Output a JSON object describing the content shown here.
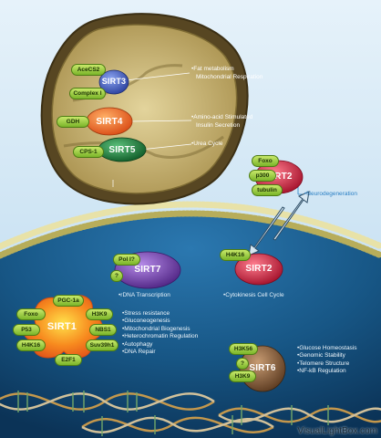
{
  "mitochondria": {
    "sirt3": {
      "label": "SIRT3",
      "partners": [
        "AceCS2",
        "Complex I"
      ],
      "function_lines": [
        "Fat metabolism",
        "Mitochondrial Respiration"
      ]
    },
    "sirt4": {
      "label": "SIRT4",
      "partners": [
        "GDH"
      ],
      "function_lines": [
        "Amino-acid Stimulated",
        "Insulin Secretion"
      ]
    },
    "sirt5": {
      "label": "SIRT5",
      "partners": [
        "CPS-1"
      ],
      "function_lines": [
        "Urea Cycle"
      ]
    }
  },
  "cytoplasm": {
    "sirt2": {
      "label": "SIRT2",
      "partners": [
        "Foxo",
        "p300",
        "tubulin"
      ],
      "function_lines": [
        "Neurodegeneration"
      ]
    }
  },
  "nucleus": {
    "sirt2": {
      "label": "SIRT2",
      "partners": [
        "H4K16"
      ],
      "function_lines": [
        "Cytokinesis Cell Cycle"
      ]
    },
    "sirt7": {
      "label": "SIRT7",
      "partners": [
        "Pol I?",
        "?"
      ],
      "function_lines": [
        "rDNA Transcription"
      ]
    },
    "sirt1": {
      "label": "SIRT1",
      "partners": [
        "PGC-1a",
        "Foxo",
        "H3K9",
        "P53",
        "NBS1",
        "H4K16",
        "Suv39h1",
        "E2F1"
      ],
      "functions": [
        "Stress resistance",
        "Gluconeogenesis",
        "Mitochondrial Biogenesis",
        "Heterochromatin Regulation",
        "Autophagy",
        "DNA Repair"
      ]
    },
    "sirt6": {
      "label": "SIRT6",
      "partners": [
        "H3K56",
        "?",
        "H3K9"
      ],
      "functions": [
        "Glucose Homeostasis",
        "Genomic Stability",
        "Telomere Structure",
        "NF-kB Regulation"
      ]
    }
  },
  "colors": {
    "cytoplasm": "#cfe6f5",
    "nucleus": "#1a5c8c",
    "mitochondria_outer": "#5a4a22",
    "mitochondria_inner": "#cdb777",
    "partner_pill": "#8cc63f",
    "sirt1": "#f47a20",
    "sirt2": "#d32439",
    "sirt3": "#3a55b8",
    "sirt4": "#f06a25",
    "sirt5": "#1d7a3a",
    "sirt6": "#7a5638",
    "sirt7": "#6d3ea0"
  },
  "watermark": "VisualLightBox.com"
}
